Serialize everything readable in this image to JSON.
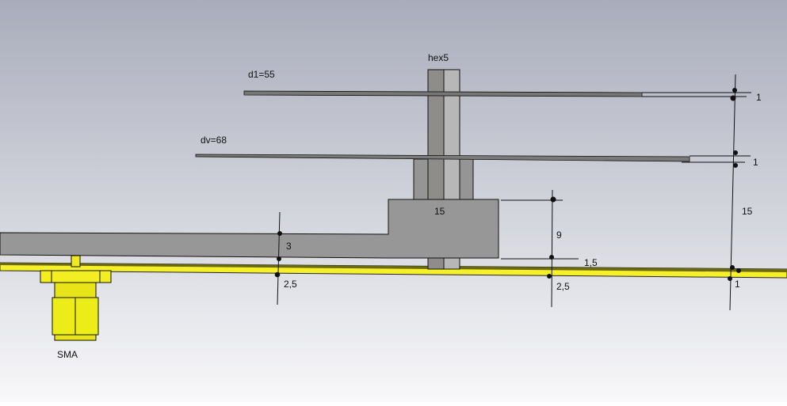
{
  "labels": {
    "hex": "hex5",
    "director1": "d1=55",
    "driven": "dv=68",
    "block_width": "15",
    "connector": "SMA"
  },
  "dimensions": {
    "arm_thickness": "3",
    "pcb_gap_left": "2,5",
    "block_height": "9",
    "block_gap": "1,5",
    "pcb_gap_right": "2,5",
    "d1_thickness": "1",
    "dv_thickness": "1",
    "element_spacing": "15",
    "pcb_thickness": "1"
  },
  "colors": {
    "background_top": "#a9adbb",
    "background_bottom": "#f8f8fa",
    "metal_dark": "#8e8d8a",
    "metal_light": "#b7b7b7",
    "metal_body": "#979797",
    "pcb_yellow": "#f5f02a",
    "pcb_edge": "#6b6a10",
    "sma_yellow": "#ecec18"
  }
}
